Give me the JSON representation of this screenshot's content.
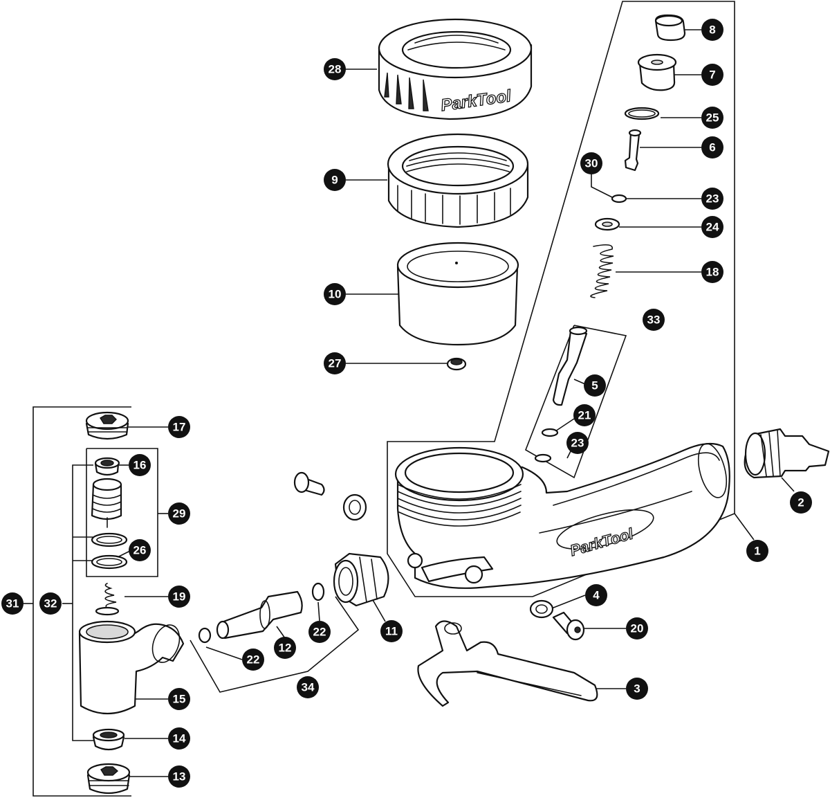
{
  "brand": {
    "logo_text": "ParkTool"
  },
  "callouts": [
    {
      "id": "c8",
      "label": "8"
    },
    {
      "id": "c7",
      "label": "7"
    },
    {
      "id": "c25",
      "label": "25"
    },
    {
      "id": "c6",
      "label": "6"
    },
    {
      "id": "c30",
      "label": "30"
    },
    {
      "id": "c23a",
      "label": "23"
    },
    {
      "id": "c24",
      "label": "24"
    },
    {
      "id": "c18",
      "label": "18"
    },
    {
      "id": "c33",
      "label": "33"
    },
    {
      "id": "c5",
      "label": "5"
    },
    {
      "id": "c21",
      "label": "21"
    },
    {
      "id": "c23b",
      "label": "23"
    },
    {
      "id": "c28",
      "label": "28"
    },
    {
      "id": "c9",
      "label": "9"
    },
    {
      "id": "c10",
      "label": "10"
    },
    {
      "id": "c27",
      "label": "27"
    },
    {
      "id": "c17",
      "label": "17"
    },
    {
      "id": "c16",
      "label": "16"
    },
    {
      "id": "c29",
      "label": "29"
    },
    {
      "id": "c26",
      "label": "26"
    },
    {
      "id": "c31",
      "label": "31"
    },
    {
      "id": "c32",
      "label": "32"
    },
    {
      "id": "c19",
      "label": "19"
    },
    {
      "id": "c15",
      "label": "15"
    },
    {
      "id": "c14",
      "label": "14"
    },
    {
      "id": "c13",
      "label": "13"
    },
    {
      "id": "c22a",
      "label": "22"
    },
    {
      "id": "c12",
      "label": "12"
    },
    {
      "id": "c22b",
      "label": "22"
    },
    {
      "id": "c34",
      "label": "34"
    },
    {
      "id": "c11",
      "label": "11"
    },
    {
      "id": "c4",
      "label": "4"
    },
    {
      "id": "c20",
      "label": "20"
    },
    {
      "id": "c3",
      "label": "3"
    },
    {
      "id": "c2",
      "label": "2"
    },
    {
      "id": "c1",
      "label": "1"
    }
  ]
}
